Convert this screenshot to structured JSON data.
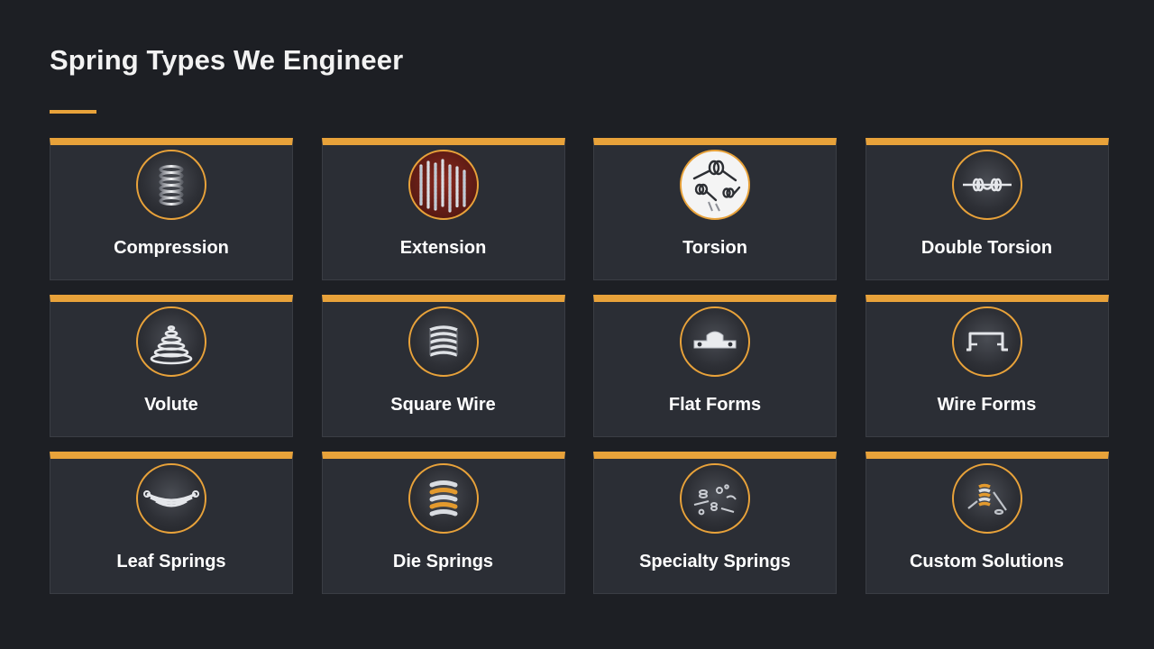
{
  "page": {
    "title": "Spring Types We Engineer",
    "accent_color": "#e8a23a",
    "background_color": "#1d1f24",
    "card_color": "#2b2e35"
  },
  "cards": [
    {
      "label": "Compression",
      "icon": "compression-spring-icon"
    },
    {
      "label": "Extension",
      "icon": "extension-spring-icon"
    },
    {
      "label": "Torsion",
      "icon": "torsion-spring-icon"
    },
    {
      "label": "Double Torsion",
      "icon": "double-torsion-spring-icon"
    },
    {
      "label": "Volute",
      "icon": "volute-spring-icon"
    },
    {
      "label": "Square Wire",
      "icon": "square-wire-spring-icon"
    },
    {
      "label": "Flat Forms",
      "icon": "flat-form-icon"
    },
    {
      "label": "Wire Forms",
      "icon": "wire-form-icon"
    },
    {
      "label": "Leaf Springs",
      "icon": "leaf-spring-icon"
    },
    {
      "label": "Die Springs",
      "icon": "die-spring-icon"
    },
    {
      "label": "Specialty Springs",
      "icon": "specialty-springs-icon"
    },
    {
      "label": "Custom Solutions",
      "icon": "custom-solutions-icon"
    }
  ]
}
